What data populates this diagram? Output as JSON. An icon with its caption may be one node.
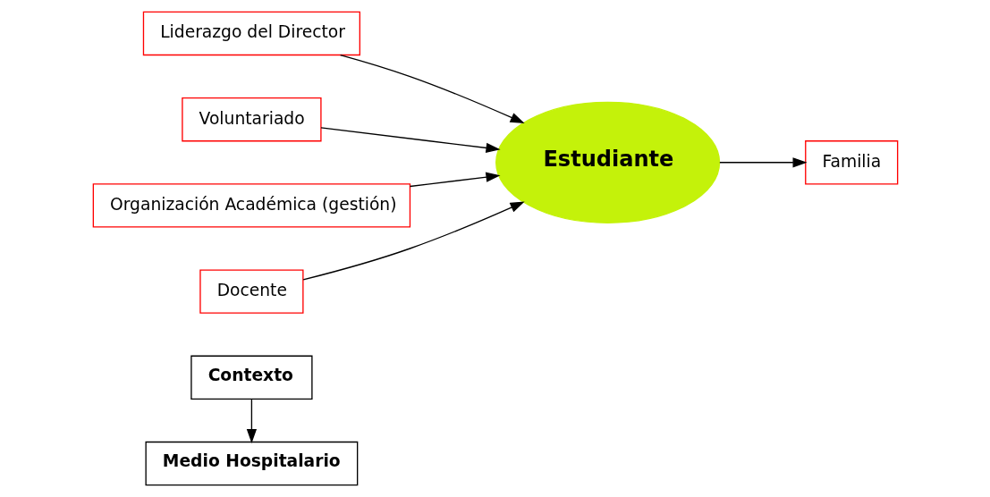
{
  "diagram": {
    "nodes": [
      {
        "text": [
          "Contexto"
        ]
      },
      {
        "text": [
          "Medio Hospitalario"
        ]
      },
      {
        "text": [
          "Liderazgo del Director"
        ]
      },
      {
        "text": [
          "Voluntariado"
        ]
      },
      {
        "text": [
          "Organización Académica (gestión)"
        ]
      },
      {
        "text": [
          "Estudiante"
        ]
      },
      {
        "text": [
          "Docente"
        ]
      },
      {
        "text": [
          "Familia"
        ]
      }
    ],
    "edges": [
      {
        "from": 0,
        "to": 1,
        "arrow": "to"
      },
      {
        "from": 2,
        "to": 5,
        "arrow": "to"
      },
      {
        "from": 3,
        "to": 5,
        "arrow": "to"
      },
      {
        "from": 4,
        "to": 5,
        "arrow": "to"
      },
      {
        "from": 6,
        "to": 5,
        "arrow": "to"
      },
      {
        "from": 5,
        "to": 7,
        "arrow": "to"
      }
    ]
  }
}
